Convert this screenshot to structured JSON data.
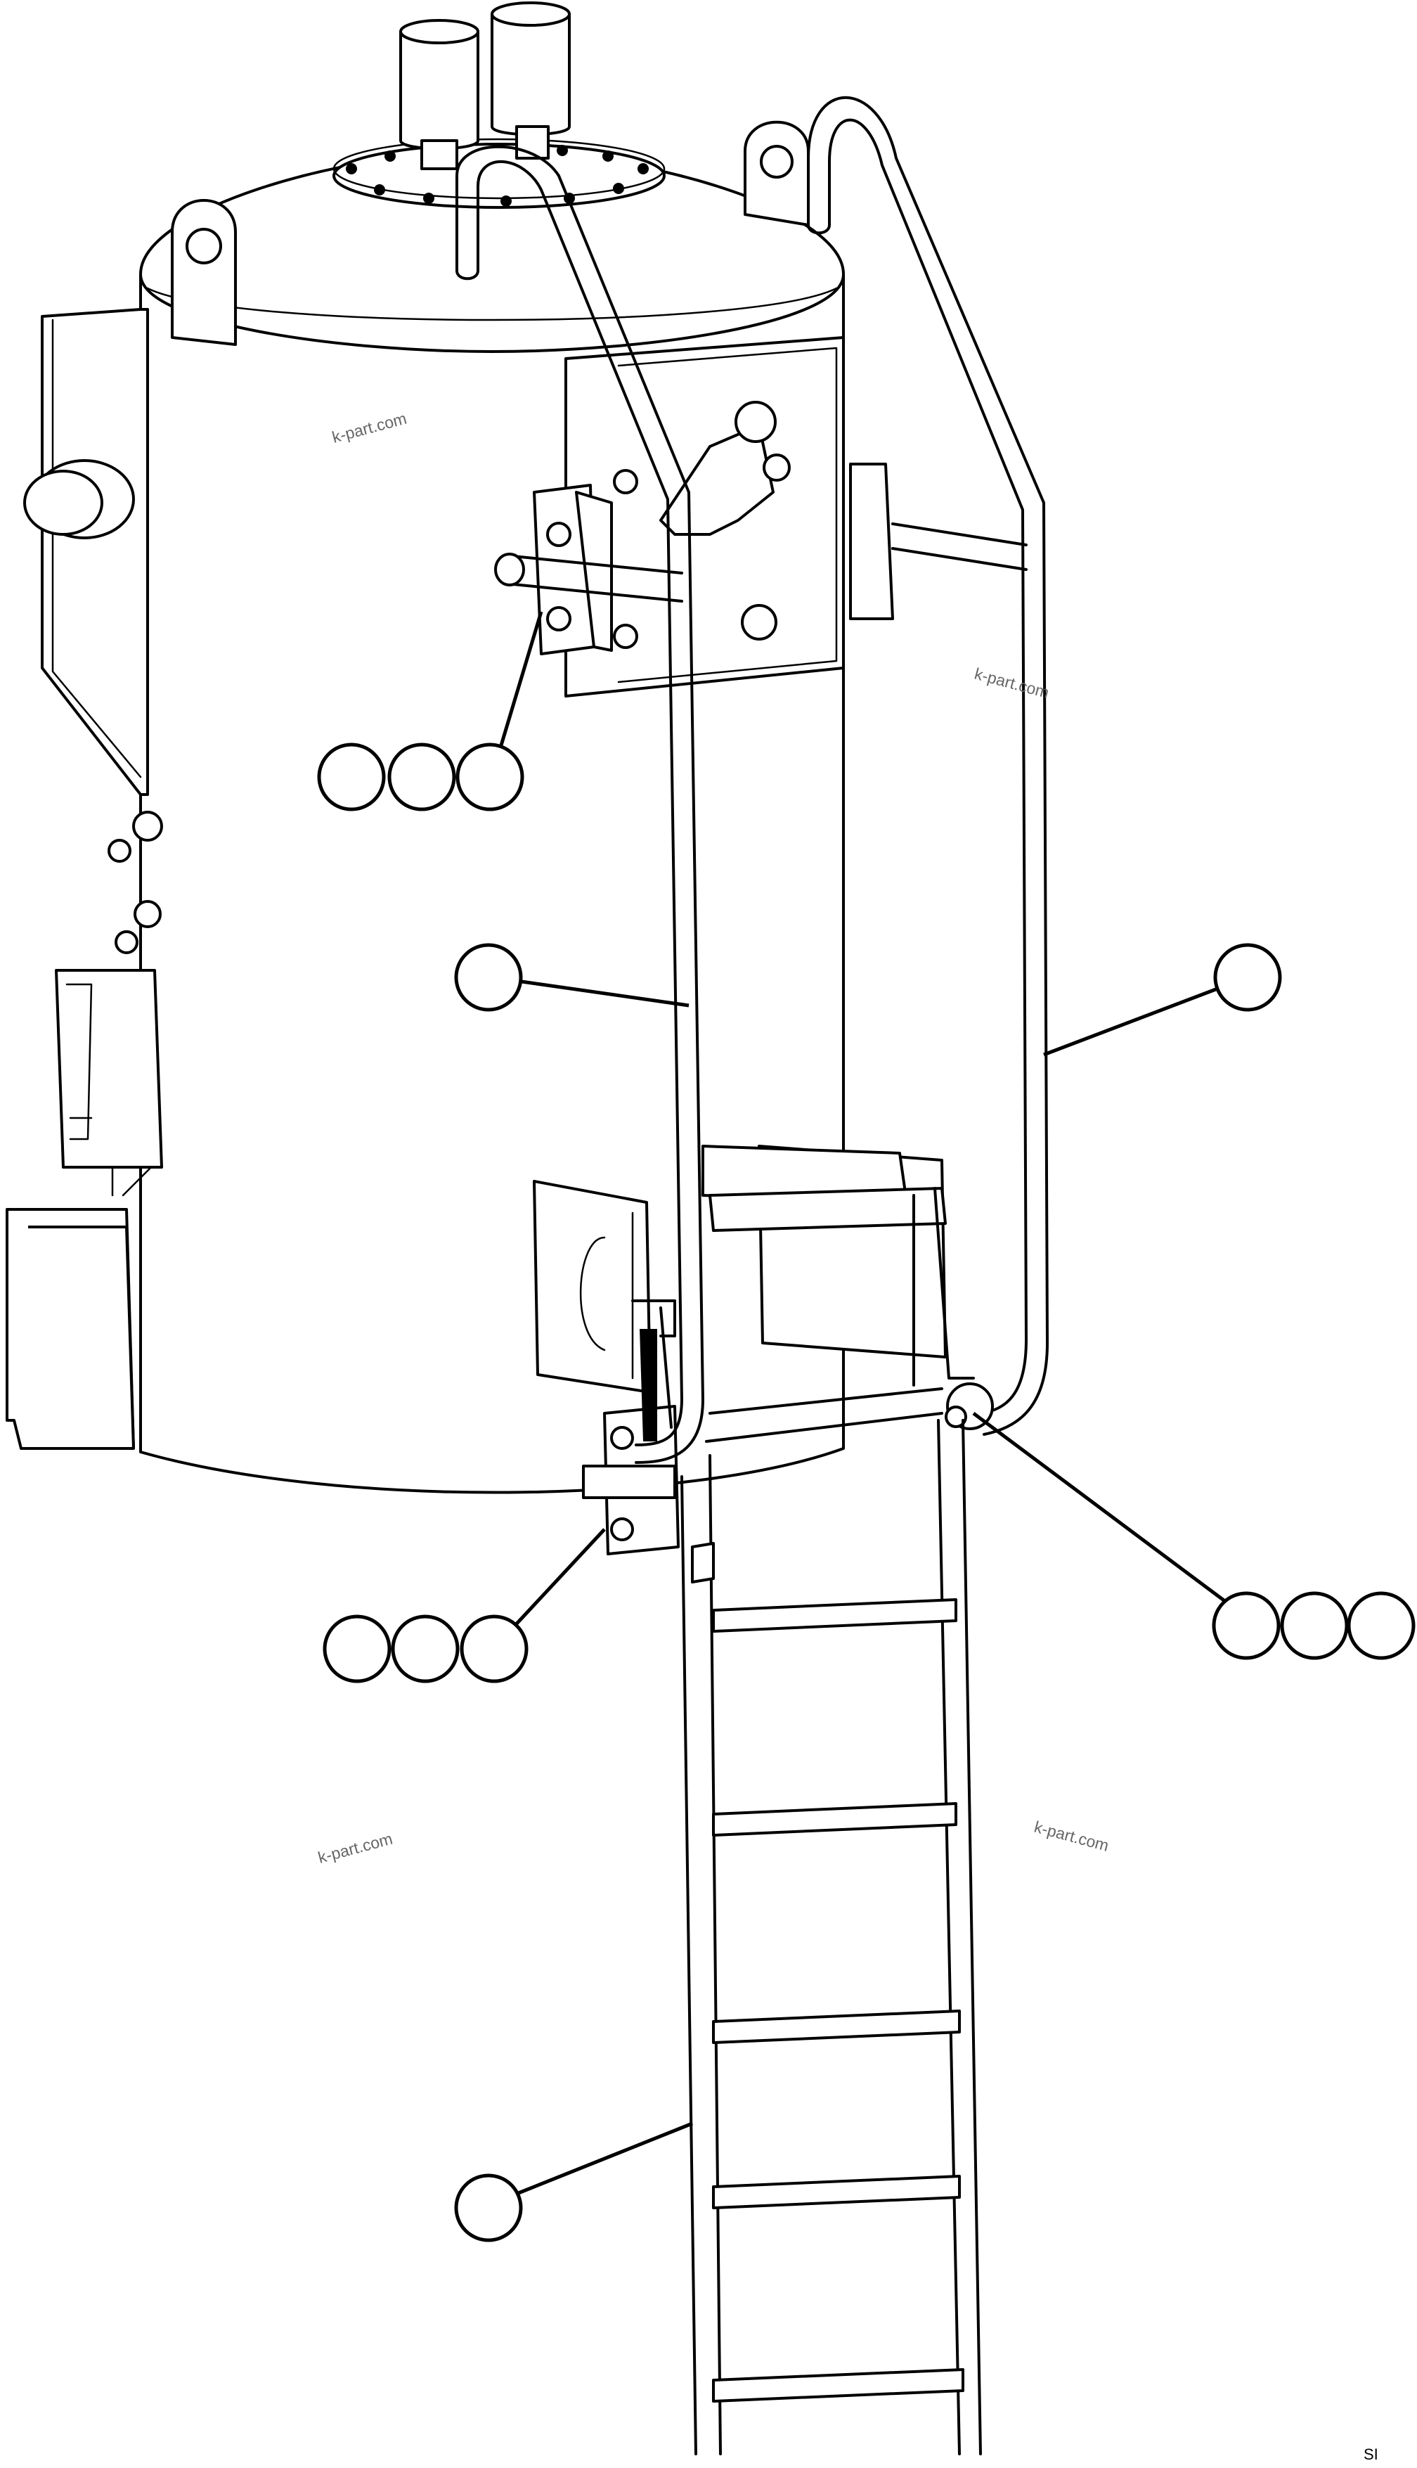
{
  "figure": {
    "watermarks": [
      "k-part.com",
      "k-part.com",
      "k-part.com",
      "k-part.com"
    ],
    "corner_mark": "SI"
  },
  "callouts": [
    {
      "id": "bolt-upper",
      "count": 3
    },
    {
      "id": "left-handrail",
      "count": 1
    },
    {
      "id": "right-handrail",
      "count": 1
    },
    {
      "id": "bolt-lower",
      "count": 3
    },
    {
      "id": "pivot-bolt",
      "count": 3
    },
    {
      "id": "ladder",
      "count": 1
    }
  ]
}
